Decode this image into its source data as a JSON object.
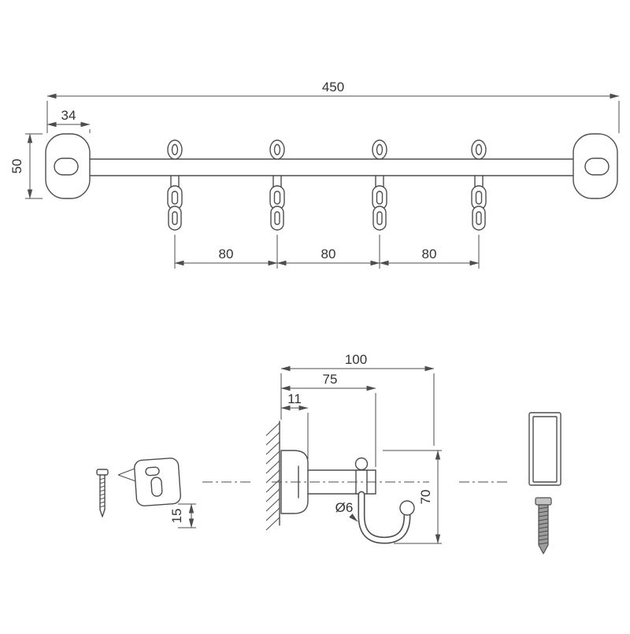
{
  "colors": {
    "line": "#4d4d4d",
    "dim_text": "#333333",
    "background": "#ffffff",
    "screw_fill": "#9c9c9c"
  },
  "front_view": {
    "overall_width": "450",
    "end_plate_width": "34",
    "end_plate_height": "50",
    "hook_spacing": [
      "80",
      "80",
      "80"
    ],
    "hook_count": 4
  },
  "side_view": {
    "overall_depth": "100",
    "arm_length": "75",
    "flange_depth": "11",
    "wire_diameter": "Ø6",
    "hook_height": "70",
    "plate_dimension": "15"
  }
}
